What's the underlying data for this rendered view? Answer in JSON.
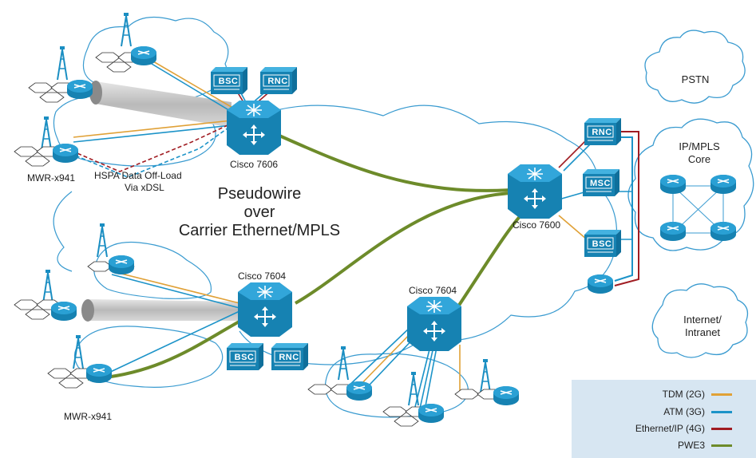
{
  "colors": {
    "tdm": "#e0a137",
    "atm": "#1c93c8",
    "ethernet": "#a01c22",
    "pwe3": "#6d8b2a",
    "device": "#1a8ec2",
    "cloud_line": "#3a9bd0",
    "legend_bg": "#d7e6f2"
  },
  "routers": {
    "cisco7606": "Cisco 7606",
    "cisco7600": "Cisco 7600",
    "cisco7604_left": "Cisco 7604",
    "cisco7604_bottom": "Cisco 7604"
  },
  "cell_sites": {
    "mwr_top": "MWR-x941",
    "mwr_bottom": "MWR-x941"
  },
  "controllers": {
    "bsc": "BSC",
    "rnc": "RNC",
    "msc": "MSC"
  },
  "annotations": {
    "hspa_line1": "HSPA Data Off-Load",
    "hspa_line2": "Via xDSL",
    "center_line1": "Pseudowire",
    "center_line2": "over",
    "center_line3": "Carrier Ethernet/MPLS"
  },
  "clouds": {
    "pstn": "PSTN",
    "core_line1": "IP/MPLS",
    "core_line2": "Core",
    "internet_line1": "Internet/",
    "internet_line2": "Intranet"
  },
  "legend": {
    "items": [
      {
        "label": "TDM (2G)",
        "color": "#e0a137"
      },
      {
        "label": "ATM (3G)",
        "color": "#1c93c8"
      },
      {
        "label": "Ethernet/IP (4G)",
        "color": "#a01c22"
      },
      {
        "label": "PWE3",
        "color": "#6d8b2a"
      }
    ]
  }
}
